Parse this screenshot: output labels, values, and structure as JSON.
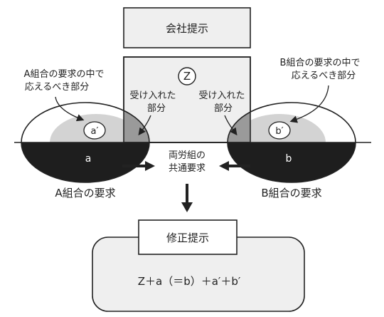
{
  "company_offer": "会社提示",
  "z_label": "Z",
  "accepted_left": [
    "受け入れた",
    "部分"
  ],
  "accepted_right": [
    "受け入れた",
    "部分"
  ],
  "a_should_meet": [
    "A組合の要求の中で",
    "応えるべき部分"
  ],
  "b_should_meet": [
    "B組合の要求の中で",
    "応えるべき部分"
  ],
  "a_prime": "a′",
  "b_prime": "b′",
  "a_label": "a",
  "b_label": "b",
  "common_demand": [
    "両労組の",
    "共通要求"
  ],
  "union_a_demand": "A組合の要求",
  "union_b_demand": "B組合の要求",
  "revised_offer": "修正提示",
  "formula": "Z＋a（＝b）＋a′＋b′",
  "colors": {
    "ink": "#222222",
    "box_fill": "#efefef",
    "light_gray": "#d3d3d3",
    "mid_gray": "#9a9a9a",
    "black_fill": "#1e1e1e"
  }
}
